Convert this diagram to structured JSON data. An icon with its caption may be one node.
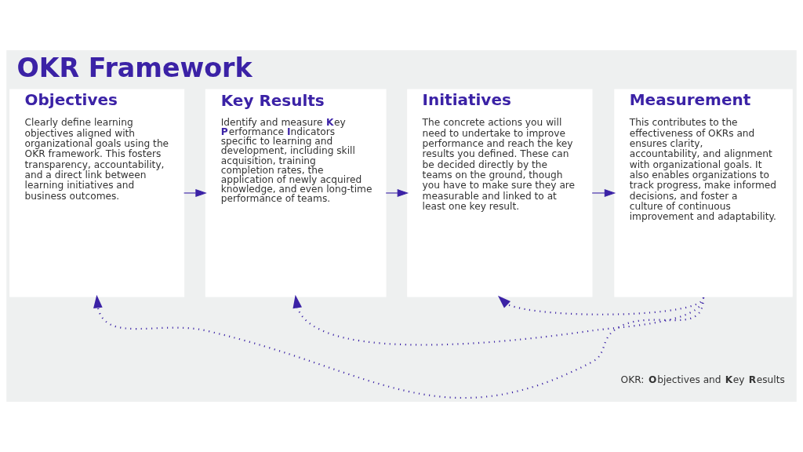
{
  "diagram": {
    "title": "OKR Framework",
    "nodes": [
      {
        "text": [
          "Objectives",
          "Clearly define learning objectives aligned with organizational goals using the OKR framework. This fosters transparency, accountability, and a direct link between learning initiatives and business outcomes."
        ]
      },
      {
        "text": [
          "Key Results",
          "Identify and measure **K**ey **P**erformance **I**ndicators specific to learning and development, including skill acquisition, training completion rates, the application of newly acquired knowledge, and even long-time performance of teams."
        ]
      },
      {
        "text": [
          "Initiatives",
          "The concrete actions you will need to undertake to improve performance and reach the key results you defined. These can be decided directly by the teams on the ground, though you have to make sure they are measurable and linked to at least one key result."
        ]
      },
      {
        "text": [
          "Measurement",
          "This contributes to the effectiveness of OKRs and ensures clarity, accountability, and alignment with organizational goals. It also enables organizations to track progress, make informed decisions, and foster a culture of continuous improvement and adaptability."
        ]
      }
    ],
    "edges": [
      {
        "from": 0,
        "to": 1,
        "arrow": "to"
      },
      {
        "from": 1,
        "to": 2,
        "arrow": "to"
      },
      {
        "from": 2,
        "to": 3,
        "arrow": "to"
      },
      {
        "from": 3,
        "to": 0,
        "arrow": "to",
        "style": "dashed"
      },
      {
        "from": 3,
        "to": 1,
        "arrow": "to",
        "style": "dashed"
      },
      {
        "from": 3,
        "to": 2,
        "arrow": "to",
        "style": "dashed"
      }
    ],
    "labels": [
      "OKR: **O**bjectives and **K**ey **R**esults"
    ]
  }
}
